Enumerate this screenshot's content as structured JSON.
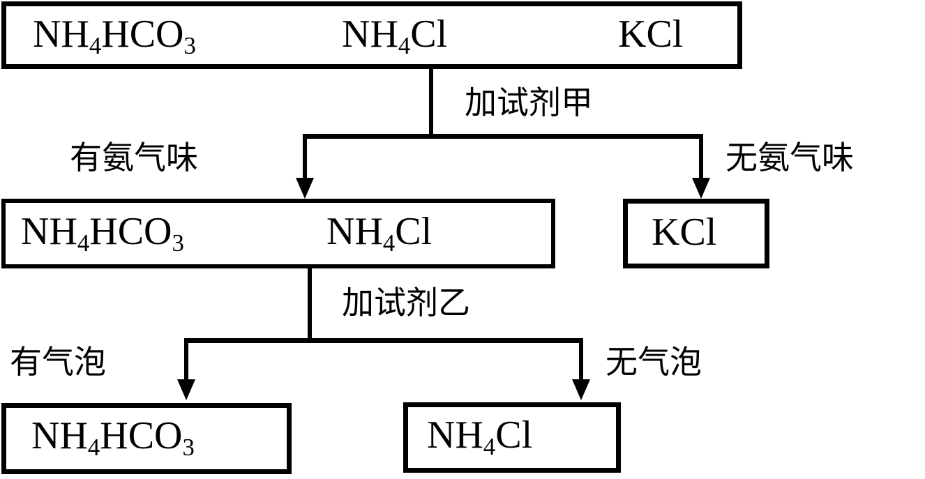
{
  "diagram": {
    "title": "Chemical separation identification flowchart",
    "ink_color": "#000000",
    "background_color": "#ffffff"
  },
  "nodes": {
    "mixture_top": {
      "items": [
        {
          "formula": "NH<sub>4</sub>HCO<sub>3</sub>",
          "plain": "NH4HCO3"
        },
        {
          "formula": "NH<sub>4</sub>Cl",
          "plain": "NH4Cl"
        },
        {
          "formula": "KCl",
          "plain": "KCl"
        }
      ]
    },
    "mixture_mid_left": {
      "items": [
        {
          "formula": "NH<sub>4</sub>HCO<sub>3</sub>",
          "plain": "NH4HCO3"
        },
        {
          "formula": "NH<sub>4</sub>Cl",
          "plain": "NH4Cl"
        }
      ]
    },
    "product_mid_right": {
      "items": [
        {
          "formula": "KCl",
          "plain": "KCl"
        }
      ]
    },
    "product_bottom_left": {
      "items": [
        {
          "formula": "NH<sub>4</sub>HCO<sub>3</sub>",
          "plain": "NH4HCO3"
        }
      ]
    },
    "product_bottom_right": {
      "items": [
        {
          "formula": "NH<sub>4</sub>Cl",
          "plain": "NH4Cl"
        }
      ]
    }
  },
  "labels": {
    "reagent_first": "加试剂甲",
    "reagent_second": "加试剂乙",
    "branch_1_left": "有氨气味",
    "branch_1_right": "无氨气味",
    "branch_2_left": "有气泡",
    "branch_2_right": "无气泡"
  }
}
